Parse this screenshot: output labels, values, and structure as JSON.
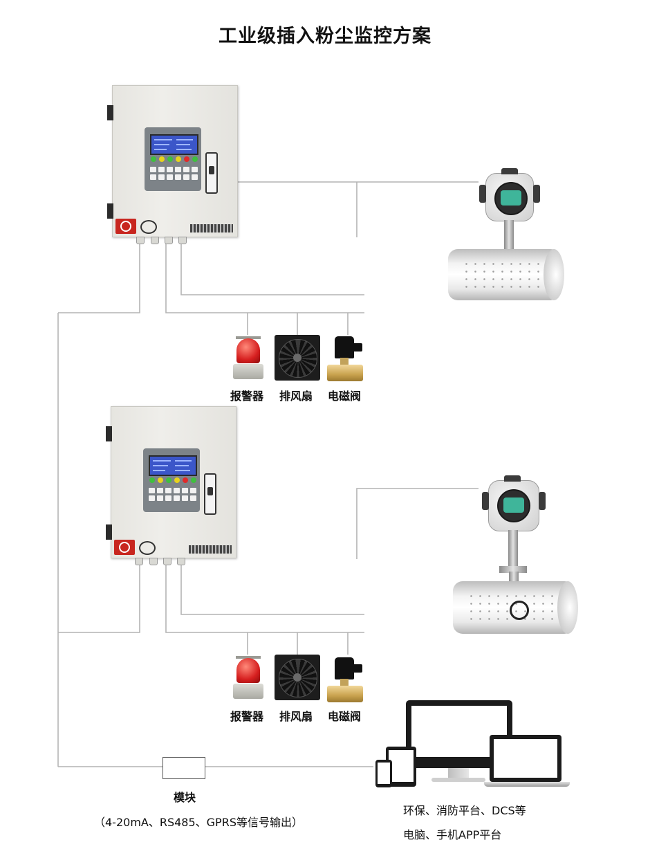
{
  "title": "工业级插入粉尘监控方案",
  "group1": {
    "devices": {
      "alarm": "报警器",
      "fan": "排风扇",
      "valve": "电磁阀"
    }
  },
  "group2": {
    "devices": {
      "alarm": "报警器",
      "fan": "排风扇",
      "valve": "电磁阀"
    }
  },
  "module": {
    "label": "模块",
    "outputs": "（4-20mA、RS485、GPRS等信号输出）"
  },
  "platforms": {
    "line1": "环保、消防平台、DCS等",
    "line2": "电脑、手机APP平台"
  },
  "colors": {
    "wire": "#b4b4b4",
    "alarm_red": "#d61f1f",
    "lcd_blue": "#3b56c9",
    "display_green": "#3fb59a"
  }
}
